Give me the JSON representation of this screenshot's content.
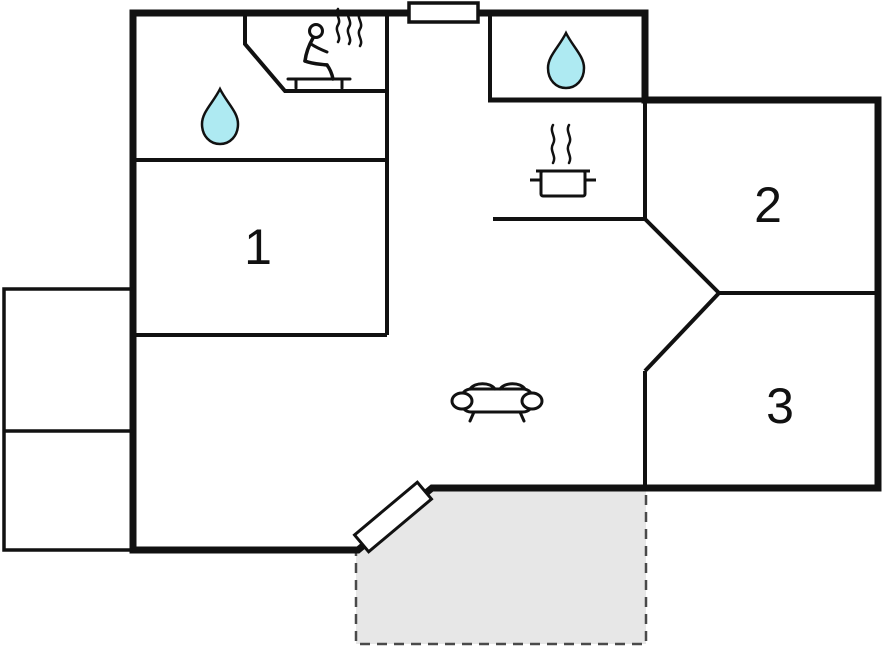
{
  "floorplan": {
    "rooms": {
      "room1": {
        "label": "1"
      },
      "room2": {
        "label": "2"
      },
      "room3": {
        "label": "3"
      }
    },
    "colors": {
      "wall": "#111111",
      "water_drop_fill": "#aeeaf2",
      "terrace_fill": "#e7e7e7",
      "terrace_border": "#4a4a4a",
      "background": "#ffffff"
    },
    "icons": {
      "sauna": "sauna-person-icon",
      "bathroom_drop": "water-drop-icon",
      "shower_room_drop": "water-drop-icon",
      "kitchen": "cooking-pot-icon",
      "living_room": "sofa-icon",
      "entrance": "door-icon",
      "top_opening": "window-icon"
    }
  }
}
